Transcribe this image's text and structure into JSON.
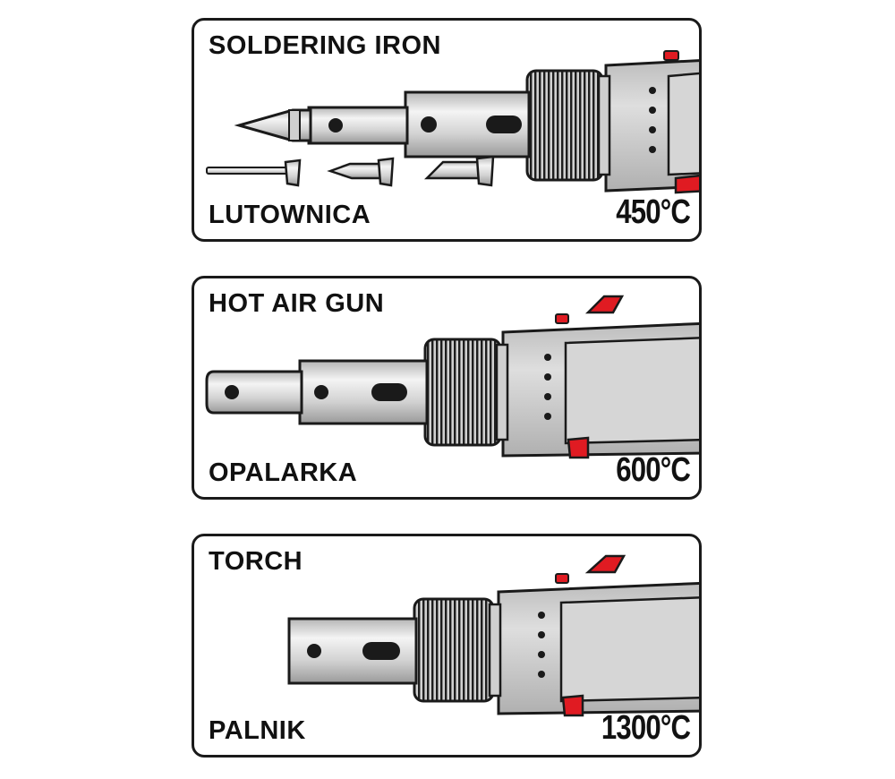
{
  "panels": [
    {
      "title": "SOLDERING IRON",
      "subtitle": "LUTOWNICA",
      "temperature": "450°C"
    },
    {
      "title": "HOT AIR GUN",
      "subtitle": "OPALARKA",
      "temperature": "600°C"
    },
    {
      "title": "TORCH",
      "subtitle": "PALNIK",
      "temperature": "1300°C"
    }
  ],
  "colors": {
    "body": "#cfcfcf",
    "metal": "#d8d8d8",
    "accent": "#e01b22",
    "outline": "#1a1a1a"
  }
}
